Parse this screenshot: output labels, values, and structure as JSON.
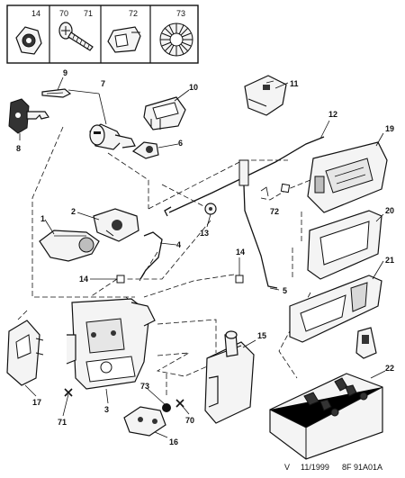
{
  "header_parts": [
    {
      "ref": "14",
      "icon": "plastic-clip-icon"
    },
    {
      "ref": "70",
      "icon": "screw-icon"
    },
    {
      "ref": "71",
      "icon": "screw-icon"
    },
    {
      "ref": "72",
      "icon": "spring-clip-icon"
    },
    {
      "ref": "73",
      "icon": "toothed-washer-icon"
    }
  ],
  "callouts": [
    "1",
    "2",
    "3",
    "4",
    "5",
    "6",
    "7",
    "8",
    "9",
    "10",
    "11",
    "12",
    "13",
    "14",
    "14",
    "15",
    "16",
    "17",
    "19",
    "20",
    "21",
    "22",
    "70",
    "71",
    "72",
    "73"
  ],
  "footer": {
    "version": "V",
    "date": "11/1999",
    "reference": "8F 91A01A"
  }
}
